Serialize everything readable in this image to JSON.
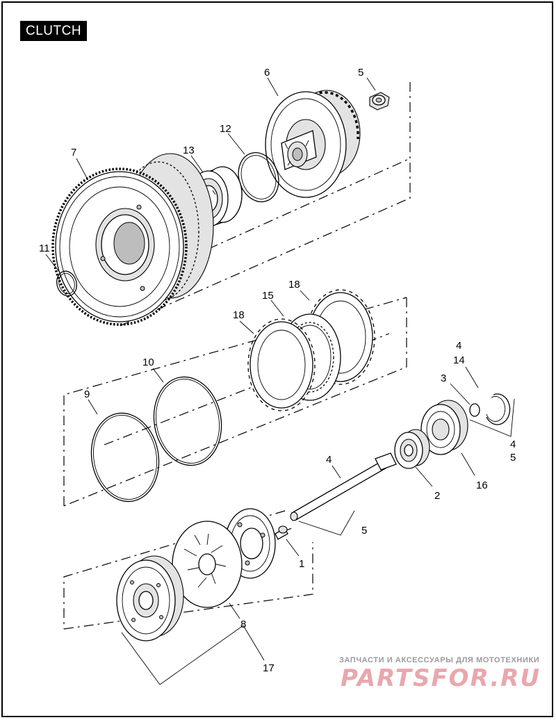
{
  "title": "CLUTCH",
  "callouts": [
    {
      "id": "c6",
      "text": "6"
    },
    {
      "id": "c5a",
      "text": "5"
    },
    {
      "id": "c12",
      "text": "12"
    },
    {
      "id": "c13",
      "text": "13"
    },
    {
      "id": "c7",
      "text": "7"
    },
    {
      "id": "c11",
      "text": "11"
    },
    {
      "id": "c18a",
      "text": "18"
    },
    {
      "id": "c15",
      "text": "15"
    },
    {
      "id": "c18b",
      "text": "18"
    },
    {
      "id": "c4a",
      "text": "4"
    },
    {
      "id": "c14",
      "text": "14"
    },
    {
      "id": "c3",
      "text": "3"
    },
    {
      "id": "c10",
      "text": "10"
    },
    {
      "id": "c9",
      "text": "9"
    },
    {
      "id": "c4b",
      "text": "4"
    },
    {
      "id": "c5b",
      "text": "5"
    },
    {
      "id": "c4c",
      "text": "4"
    },
    {
      "id": "c2",
      "text": "2"
    },
    {
      "id": "c16",
      "text": "16"
    },
    {
      "id": "c5c",
      "text": "5"
    },
    {
      "id": "c1",
      "text": "1"
    },
    {
      "id": "c8",
      "text": "8"
    },
    {
      "id": "c17",
      "text": "17"
    }
  ],
  "watermark": {
    "tagline": "ЗАПЧАСТИ И АКСЕССУАРЫ ДЛЯ МОТОТЕХНИКИ",
    "logo": "PARTSFOR.RU"
  },
  "colors": {
    "line": "#000000",
    "background": "#ffffff",
    "watermark_logo": "#e9a7ad",
    "watermark_text": "#9a9a9a"
  }
}
